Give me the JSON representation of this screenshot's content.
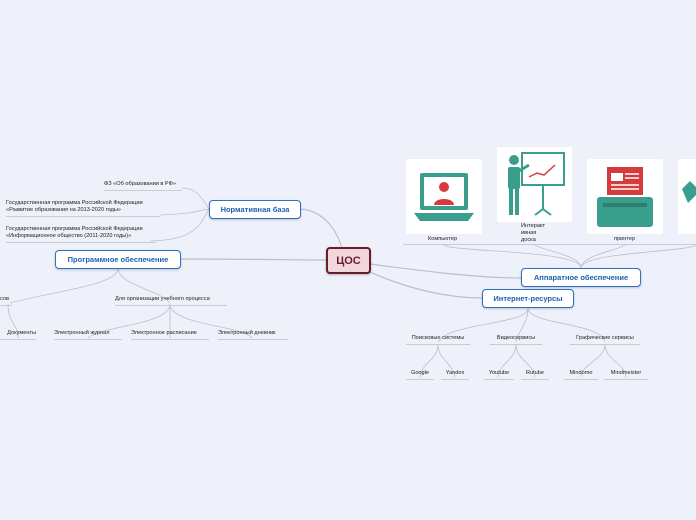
{
  "central": "ЦОС",
  "branches": {
    "normative": "Нормативная база",
    "software": "Программное обеспечение",
    "hardware": "Аппаратное обеспечение",
    "internet": "Интернет-ресурсы"
  },
  "normative_items": [
    "ФЗ «Об образовании в РФ»",
    "Государственная программа Российской Федерации",
    "«Развитие образования на 2013-2020 годы»",
    "Государственная программа Российской Федерации",
    "«Информационное общество (2011-2020 годы)»"
  ],
  "software_items": {
    "left_partial": "сов",
    "documents": "Документы",
    "process": "Для организации учебного процесса",
    "journal": "Электронный журнал",
    "schedule": "Электронное расписание",
    "diary": "Электронный дневник"
  },
  "hardware_items": {
    "computer": "Компьютер",
    "board_l1": "Интеракт",
    "board_l2": "ивная",
    "board_l3": "доска",
    "printer": "принтер"
  },
  "internet_items": {
    "search": "Поисковые системы",
    "video": "Видеосервисы",
    "graphic": "Графические сервисы",
    "google": "Google",
    "yandex": "Yandex",
    "youtube": "Youtube",
    "rutube": "Rutube",
    "mindomo": "Mindomo",
    "mindmeister": "Mindmeister"
  },
  "colors": {
    "central_border": "#6b1a2b",
    "central_fill": "#f1d7dc",
    "branch_border": "#2f6fbf",
    "icon_teal": "#3a9e8c",
    "icon_red": "#d63a3a"
  }
}
